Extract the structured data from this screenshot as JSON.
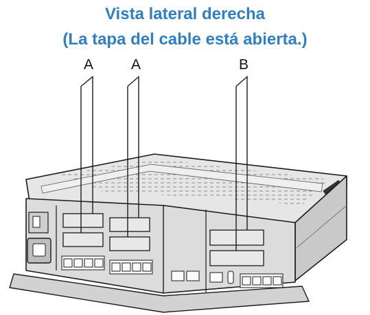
{
  "title": {
    "line1": "Vista lateral derecha",
    "line2": "(La tapa del cable está abierta.)"
  },
  "callouts": {
    "a_left": "A",
    "a_right": "A",
    "b": "B"
  },
  "colors": {
    "title": "#2f7fc1",
    "device_body": "#d9d9d9",
    "outline": "#1a1a1a"
  }
}
